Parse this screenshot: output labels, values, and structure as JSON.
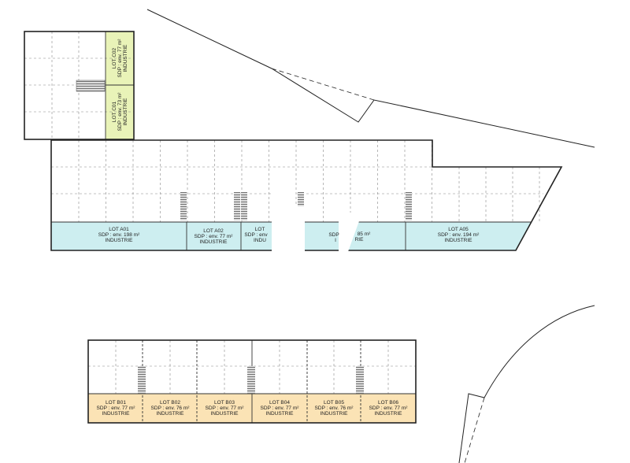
{
  "colors": {
    "lot_a": "#cdeef0",
    "lot_b": "#fbe3b5",
    "lot_c": "#e9f3b8",
    "walls": "#222222"
  },
  "lots_c": [
    {
      "name": "LOT C02",
      "area": "SDP : env. 77 m²",
      "use": "INDUSTRIE"
    },
    {
      "name": "LOT C01",
      "area": "SDP : env. 73 m²",
      "use": "INDUSTRIE"
    }
  ],
  "lots_a": [
    {
      "name": "LOT A01",
      "area": "SDP : env. 198 m²",
      "use": "INDUSTRIE"
    },
    {
      "name": "LOT A02",
      "area": "SDP : env. 77 m²",
      "use": "INDUSTRIE"
    },
    {
      "name": "LOT",
      "area": "SDP : env",
      "use": "INDU"
    },
    {
      "name": "",
      "area": "SDP",
      "use": "I"
    },
    {
      "name": "",
      "area": "85 m²",
      "use": "RIE"
    },
    {
      "name": "LOT A05",
      "area": "SDP : env. 194 m²",
      "use": "INDUSTRIE"
    }
  ],
  "lots_b": [
    {
      "name": "LOT B01",
      "area": "SDP : env. 77 m²",
      "use": "INDUSTRIE"
    },
    {
      "name": "LOT B02",
      "area": "SDP : env. 76 m²",
      "use": "INDUSTRIE"
    },
    {
      "name": "LOT B03",
      "area": "SDP : env. 77 m²",
      "use": "INDUSTRIE"
    },
    {
      "name": "LOT B04",
      "area": "SDP : env. 77 m²",
      "use": "INDUSTRIE"
    },
    {
      "name": "LOT B05",
      "area": "SDP : env. 76 m²",
      "use": "INDUSTRIE"
    },
    {
      "name": "LOT B06",
      "area": "SDP : env. 77 m²",
      "use": "INDUSTRIE"
    }
  ]
}
